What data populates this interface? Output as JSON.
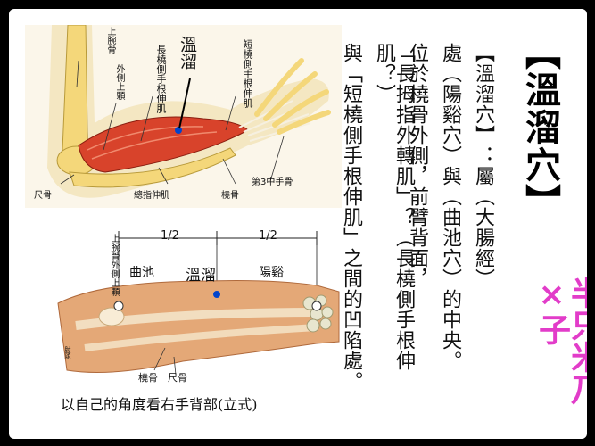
{
  "title": "【溫溜穴】",
  "body_columns": [
    "【溫溜穴】：屬（大腸經）",
    "處（陽谿穴）與（曲池穴）的中央。",
    "位於橈骨外側，前臂背面，",
    "「長拇指外轉肌」？（長橈側手根伸肌？）",
    "與「短橈側手根伸肌」之間的凹陷處。"
  ],
  "top_diagram": {
    "labels": {
      "upper_arm_bone": "上腕骨",
      "lateral_epicondyle": "外側上顆",
      "long_extensor": "長橈側手根伸肌",
      "point": "溫溜",
      "short_extensor": "短橈側手根伸肌",
      "third_metacarpal": "第3中手骨",
      "ulna": "尺骨",
      "common_extensor": "總指伸肌",
      "radius": "橈骨"
    }
  },
  "bottom_diagram": {
    "labels": {
      "upper_arm_bone_lateral": "上腕骨外側上顆",
      "half_left": "1/2",
      "half_right": "1/2",
      "quchi": "曲池",
      "point": "溫溜",
      "yangxi": "陽谿",
      "radius": "橈骨",
      "ulna": "尺骨",
      "elbow_small": "肘頭"
    },
    "caption": "以自己的角度看右手背部(立式)"
  },
  "watermark": "半只米乃×子",
  "colors": {
    "background": "#000000",
    "card": "#ffffff",
    "muscle": "#d8432b",
    "bone": "#f4d77a",
    "skin": "#e4a877",
    "watermark": "#e23cc9"
  }
}
